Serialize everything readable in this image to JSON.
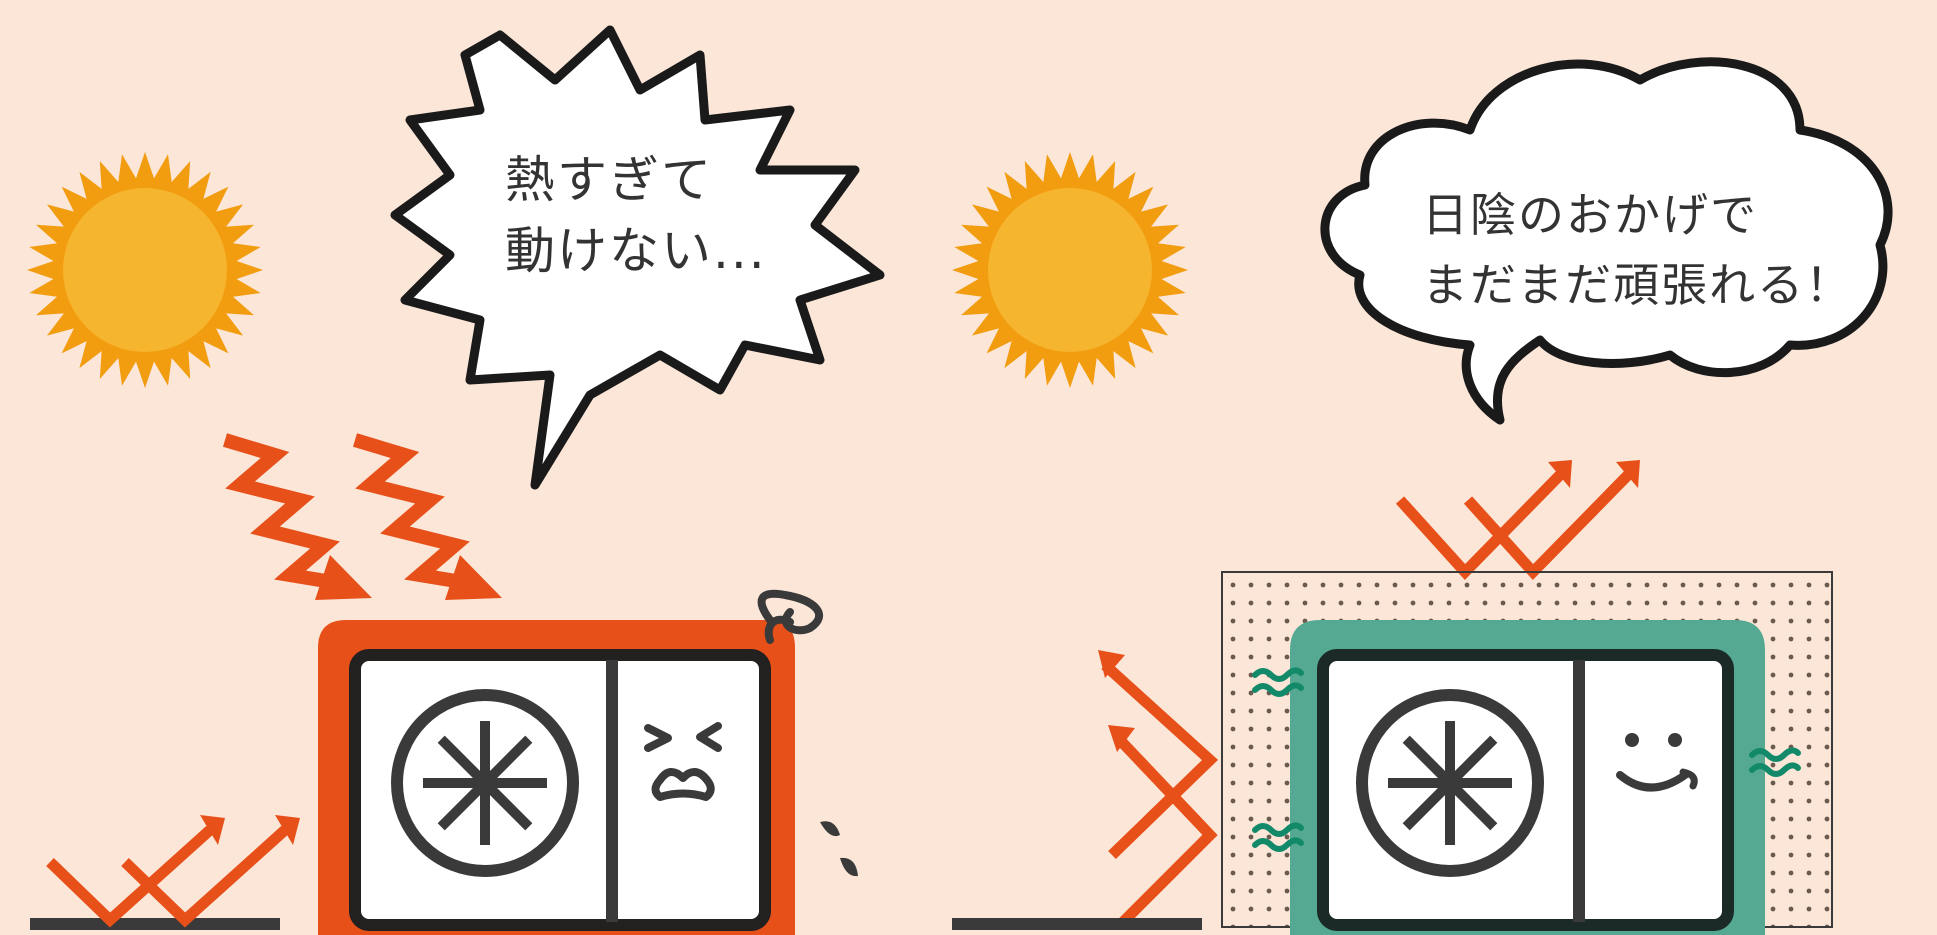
{
  "left_panel": {
    "speech_line1": "熱すぎて",
    "speech_line2": "動けない...",
    "face": "distressed"
  },
  "right_panel": {
    "speech_line1": "日陰のおかげで",
    "speech_line2": "まだまだ頑張れる！",
    "face": "smiling"
  },
  "colors": {
    "background": "#fbe6d8",
    "sun": "#f6b52e",
    "sun_rays": "#f29c0f",
    "heat_arrows": "#e8501a",
    "shade_cover": "#55a993",
    "outline": "#3a3a3a",
    "heat_wave": "#128a6a"
  },
  "icons": [
    "sun-icon",
    "fan-icon",
    "heat-arrow-icon",
    "reflect-arrow-icon",
    "heat-wave-icon",
    "sweat-drop-icon"
  ]
}
